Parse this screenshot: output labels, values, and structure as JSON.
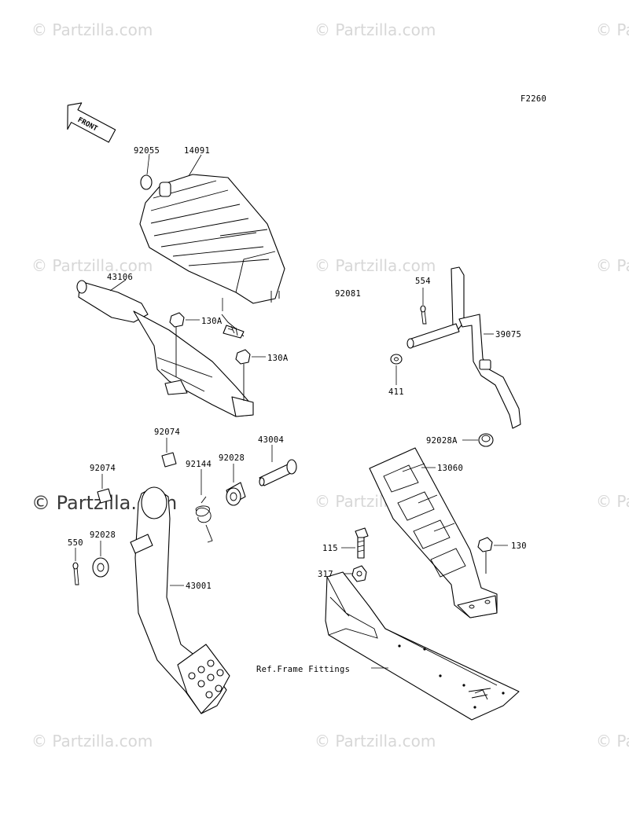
{
  "figure_code": "F2260",
  "front_label": "FRONT",
  "reference_note": "Ref.Frame Fittings",
  "watermark": "© Partzilla.com",
  "parts": [
    {
      "id": "p-92055",
      "number": "92055"
    },
    {
      "id": "p-14091",
      "number": "14091"
    },
    {
      "id": "p-43106",
      "number": "43106"
    },
    {
      "id": "p-130A-1",
      "number": "130A"
    },
    {
      "id": "p-130A-2",
      "number": "130A"
    },
    {
      "id": "p-92081",
      "number": "92081"
    },
    {
      "id": "p-554",
      "number": "554"
    },
    {
      "id": "p-39075",
      "number": "39075"
    },
    {
      "id": "p-411",
      "number": "411"
    },
    {
      "id": "p-92074-top",
      "number": "92074"
    },
    {
      "id": "p-43004",
      "number": "43004"
    },
    {
      "id": "p-92144",
      "number": "92144"
    },
    {
      "id": "p-92028-mid",
      "number": "92028"
    },
    {
      "id": "p-92074-left",
      "number": "92074"
    },
    {
      "id": "p-92028A",
      "number": "92028A"
    },
    {
      "id": "p-13060",
      "number": "13060"
    },
    {
      "id": "p-550",
      "number": "550"
    },
    {
      "id": "p-92028-left",
      "number": "92028"
    },
    {
      "id": "p-115",
      "number": "115"
    },
    {
      "id": "p-130",
      "number": "130"
    },
    {
      "id": "p-317",
      "number": "317"
    },
    {
      "id": "p-43001",
      "number": "43001"
    }
  ]
}
